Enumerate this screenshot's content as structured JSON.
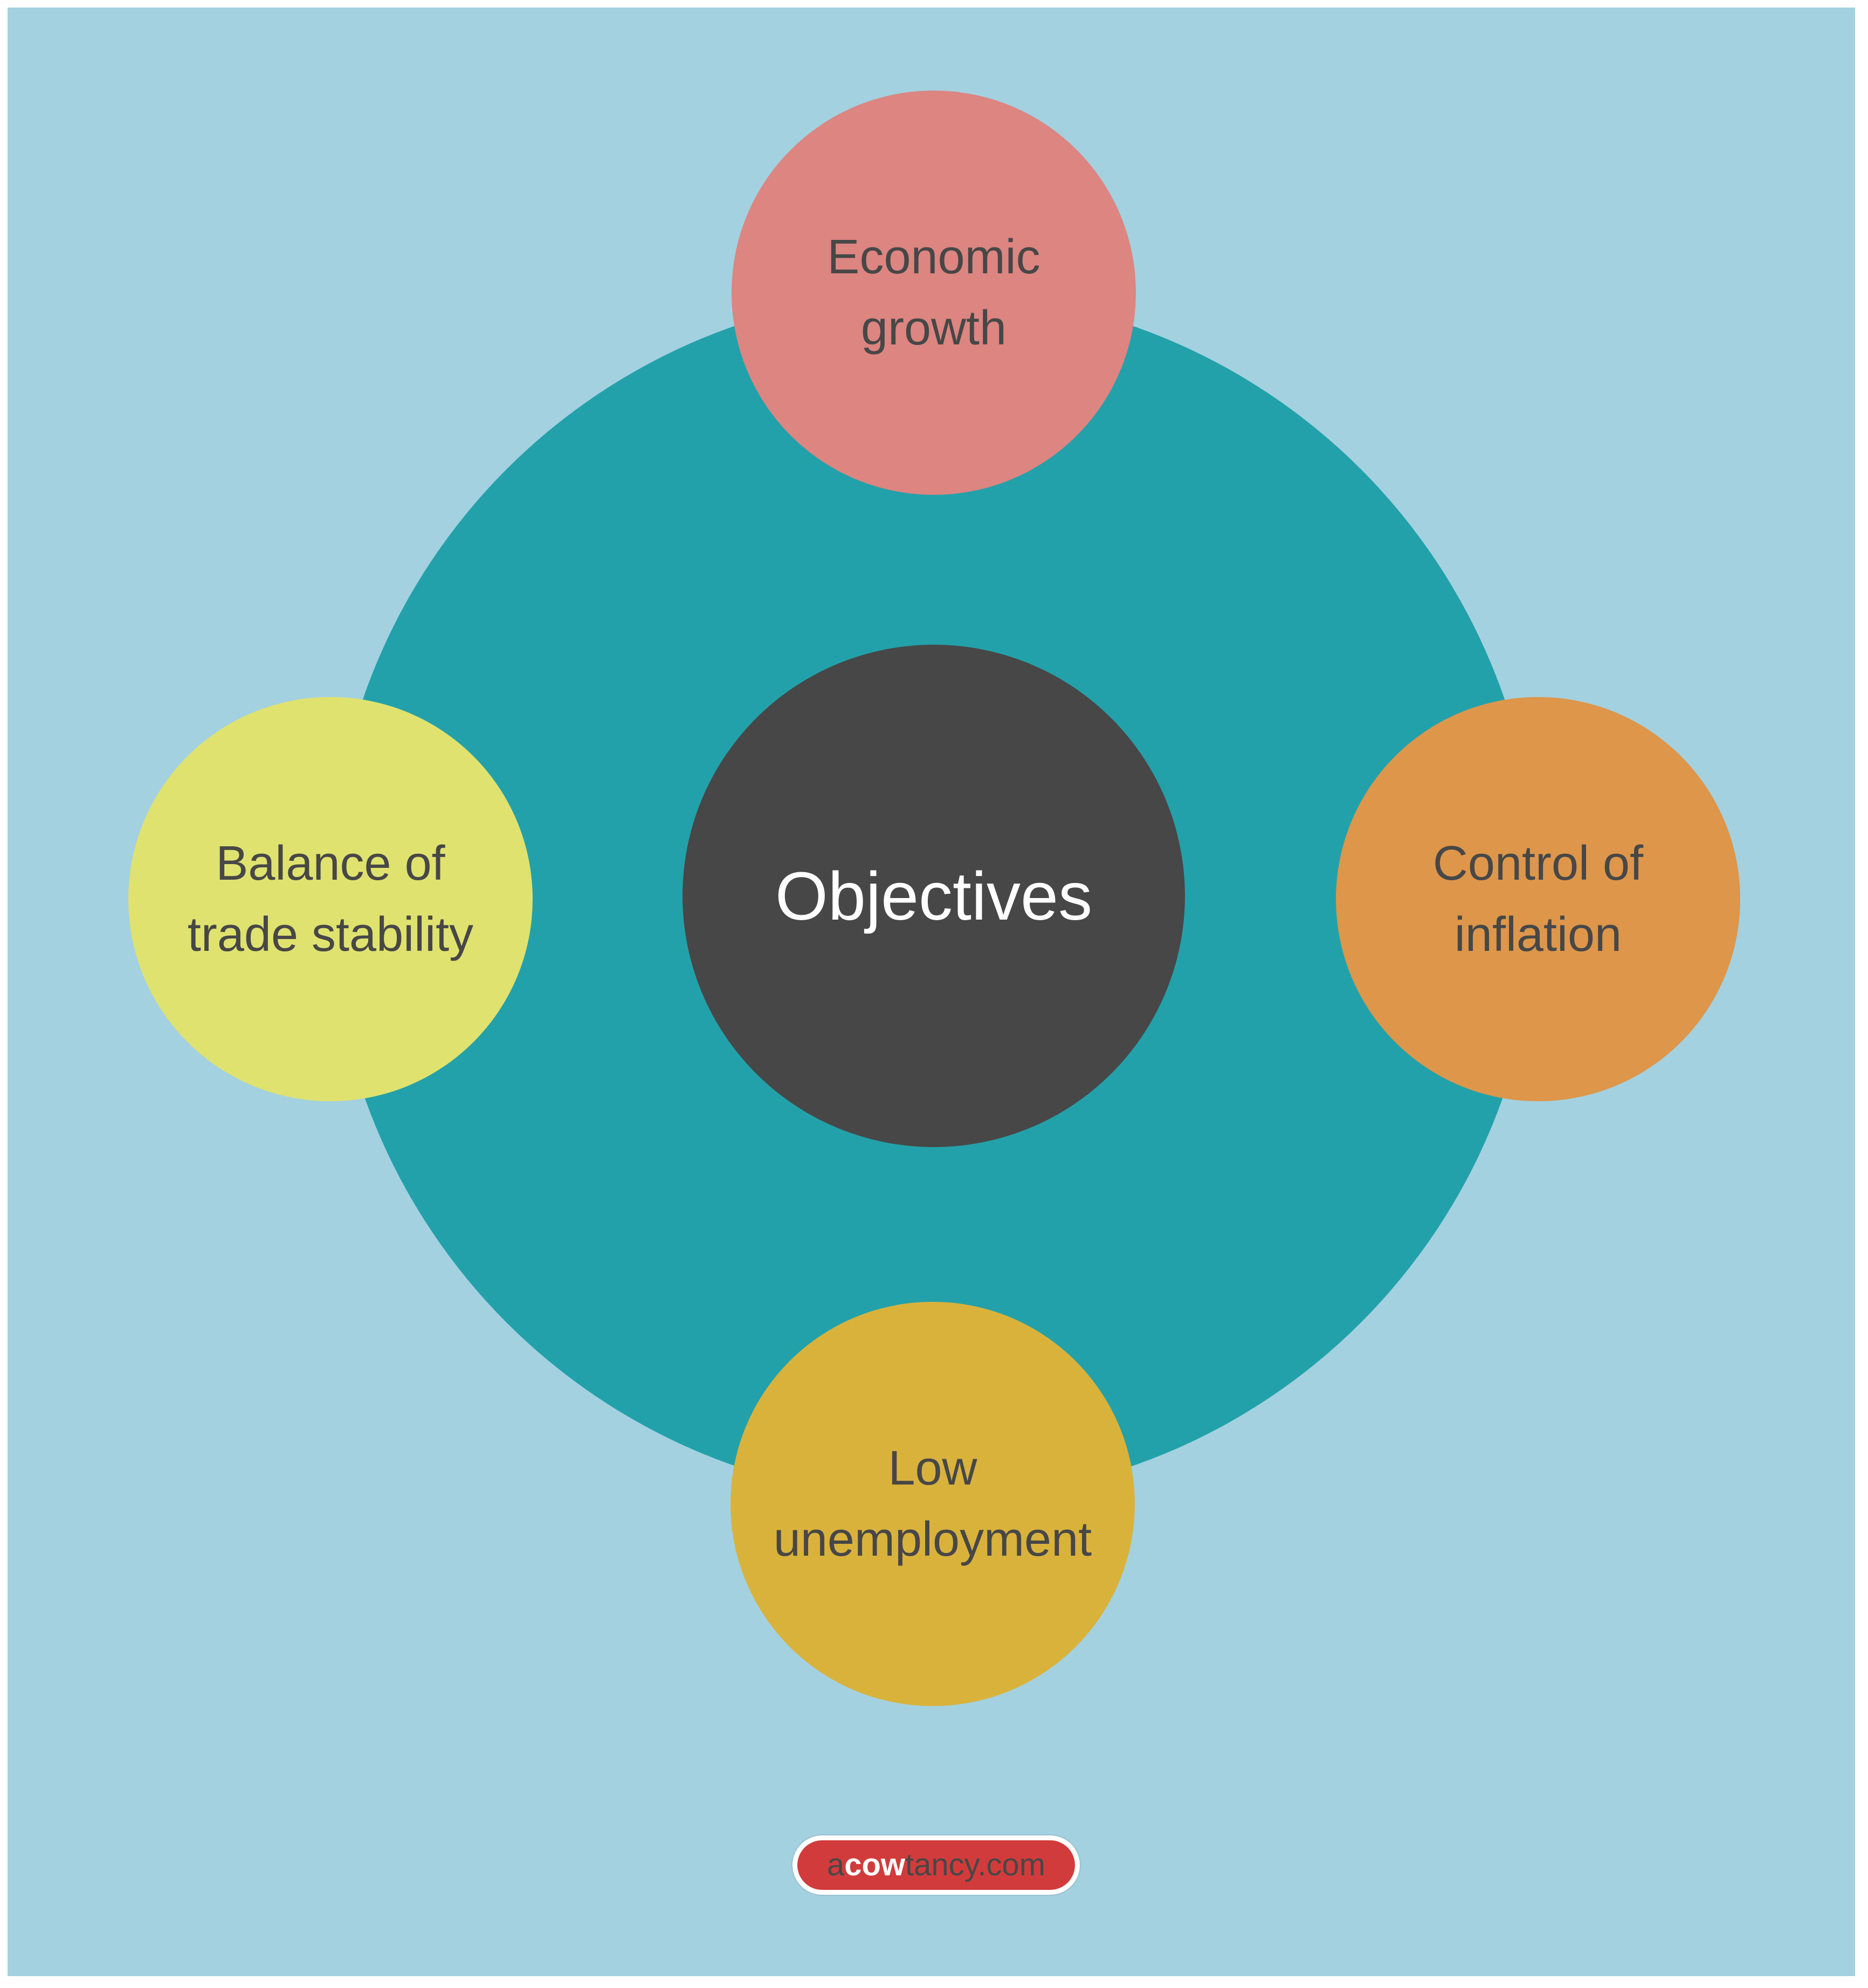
{
  "colors": {
    "frame": "#FFFFFF",
    "background": "#A3D1E0",
    "ring": "#23A1AA",
    "center_circle": "#474747",
    "center_text": "#FFFFFF",
    "economic_growth": "#DC8581",
    "balance_of_trade": "#DFE26E",
    "control_of_inflation": "#DD964A",
    "low_unemployment": "#D9B23C",
    "label_text": "#474747",
    "badge_background": "#D23B3B",
    "badge_border": "#FFFFFF",
    "badge_text": "#474747",
    "badge_brand_text": "#FFFFFF"
  },
  "diagram": {
    "center_label": "Objectives",
    "satellites": {
      "top": {
        "label": "Economic\ngrowth"
      },
      "right": {
        "label": "Control of\ninflation"
      },
      "bottom": {
        "label": "Low\nunemployment"
      },
      "left": {
        "label": "Balance of\ntrade stability"
      }
    }
  },
  "badge": {
    "prefix": "a",
    "brand": "cow",
    "suffix": "tancy.com"
  }
}
